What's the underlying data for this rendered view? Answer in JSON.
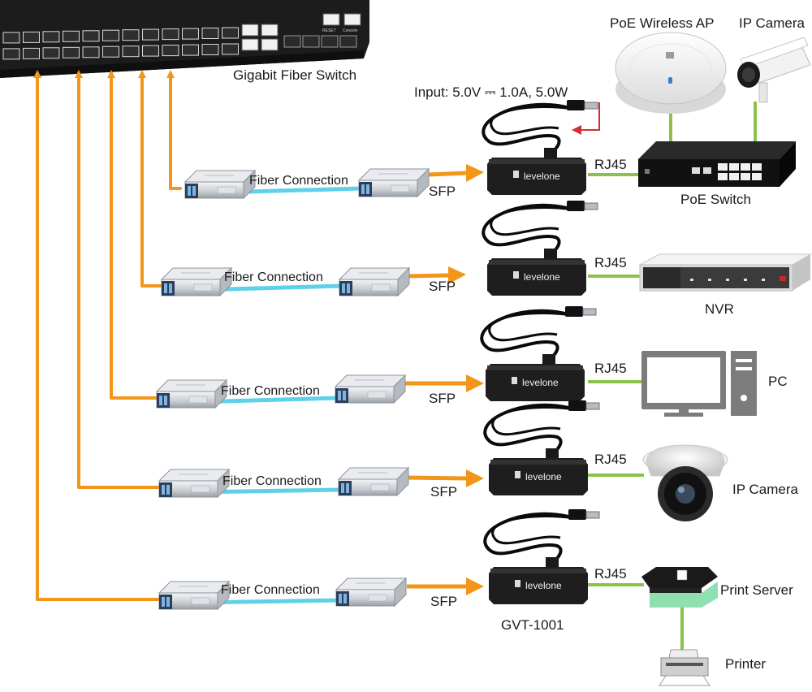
{
  "switch": {
    "label": "Gigabit Fiber Switch",
    "mgmt_labels": [
      "RESET",
      "Console"
    ]
  },
  "power_input": "Input: 5.0V ⎓ 1.0A, 5.0W",
  "labels": {
    "fiber": "Fiber Connection",
    "sfp": "SFP",
    "rj45": "RJ45",
    "brand": "levelone",
    "model": "GVT-1001"
  },
  "devices": {
    "poe_switch": "PoE Switch",
    "wireless_ap": "PoE Wireless AP",
    "ip_camera_top": "IP Camera",
    "nvr": "NVR",
    "pc": "PC",
    "ip_camera_dome": "IP Camera",
    "print_server": "Print Server",
    "printer": "Printer"
  },
  "colors": {
    "fiber_uplink": "#f2961a",
    "fiber_cable": "#5fd0e8",
    "ethernet": "#8bc34a",
    "device_dark": "#1e1e1e",
    "annotation_arrow": "#d32f2f"
  }
}
